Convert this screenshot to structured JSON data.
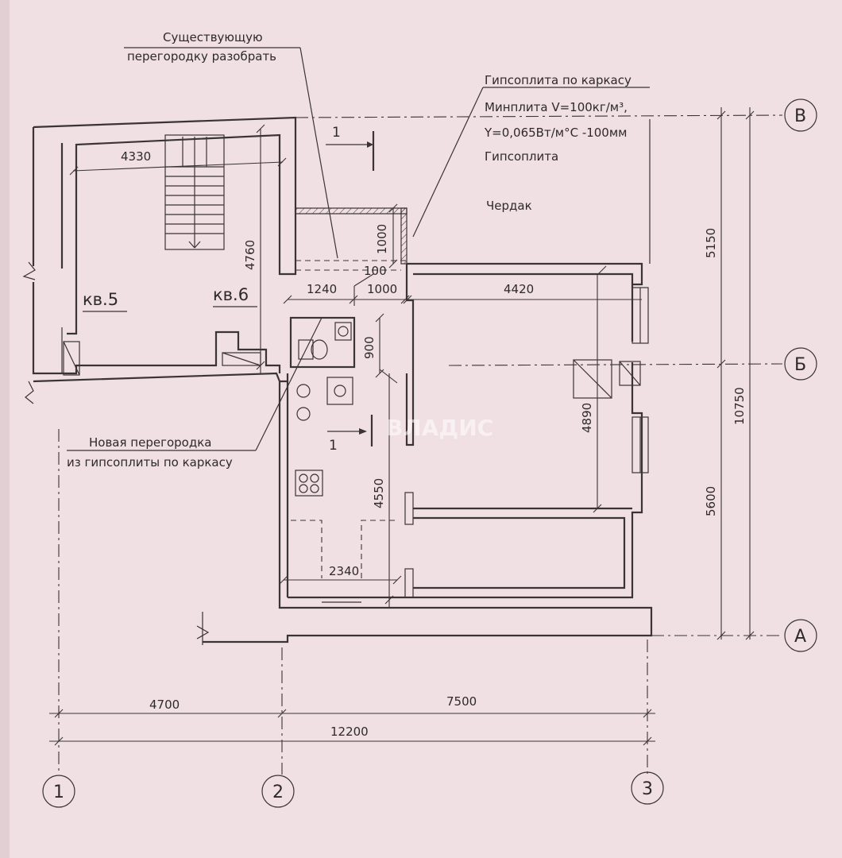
{
  "notes": {
    "existing_partition_1": "Существующую",
    "existing_partition_2": "перегородку разобрать",
    "layer_1": "Гипсоплита по каркасу",
    "layer_2": "Минплита V=100кг/м³,",
    "layer_3": "Y=0,065Вт/м°С -100мм",
    "layer_4": "Гипсоплита",
    "attic": "Чердак",
    "new_partition_1": "Новая перегородка",
    "new_partition_2": "из гипсоплиты по каркасу"
  },
  "rooms": {
    "apt5": "кв.5",
    "apt6": "кв.6"
  },
  "section_mark": {
    "top": "1",
    "bottom": "1"
  },
  "dimensions": {
    "d4330": "4330",
    "d4760": "4760",
    "d1000_vertical": "1000",
    "d100": "100",
    "d1240": "1240",
    "d1000": "1000",
    "d4420": "4420",
    "d900": "900",
    "d4890": "4890",
    "d4550": "4550",
    "d2340": "2340",
    "d5150": "5150",
    "d5600": "5600",
    "d10750": "10750",
    "d4700": "4700",
    "d7500": "7500",
    "d12200": "12200"
  },
  "axes": {
    "v": "В",
    "b": "Б",
    "a": "А",
    "one": "1",
    "two": "2",
    "three": "3"
  },
  "watermark": "ВЛАДИС"
}
